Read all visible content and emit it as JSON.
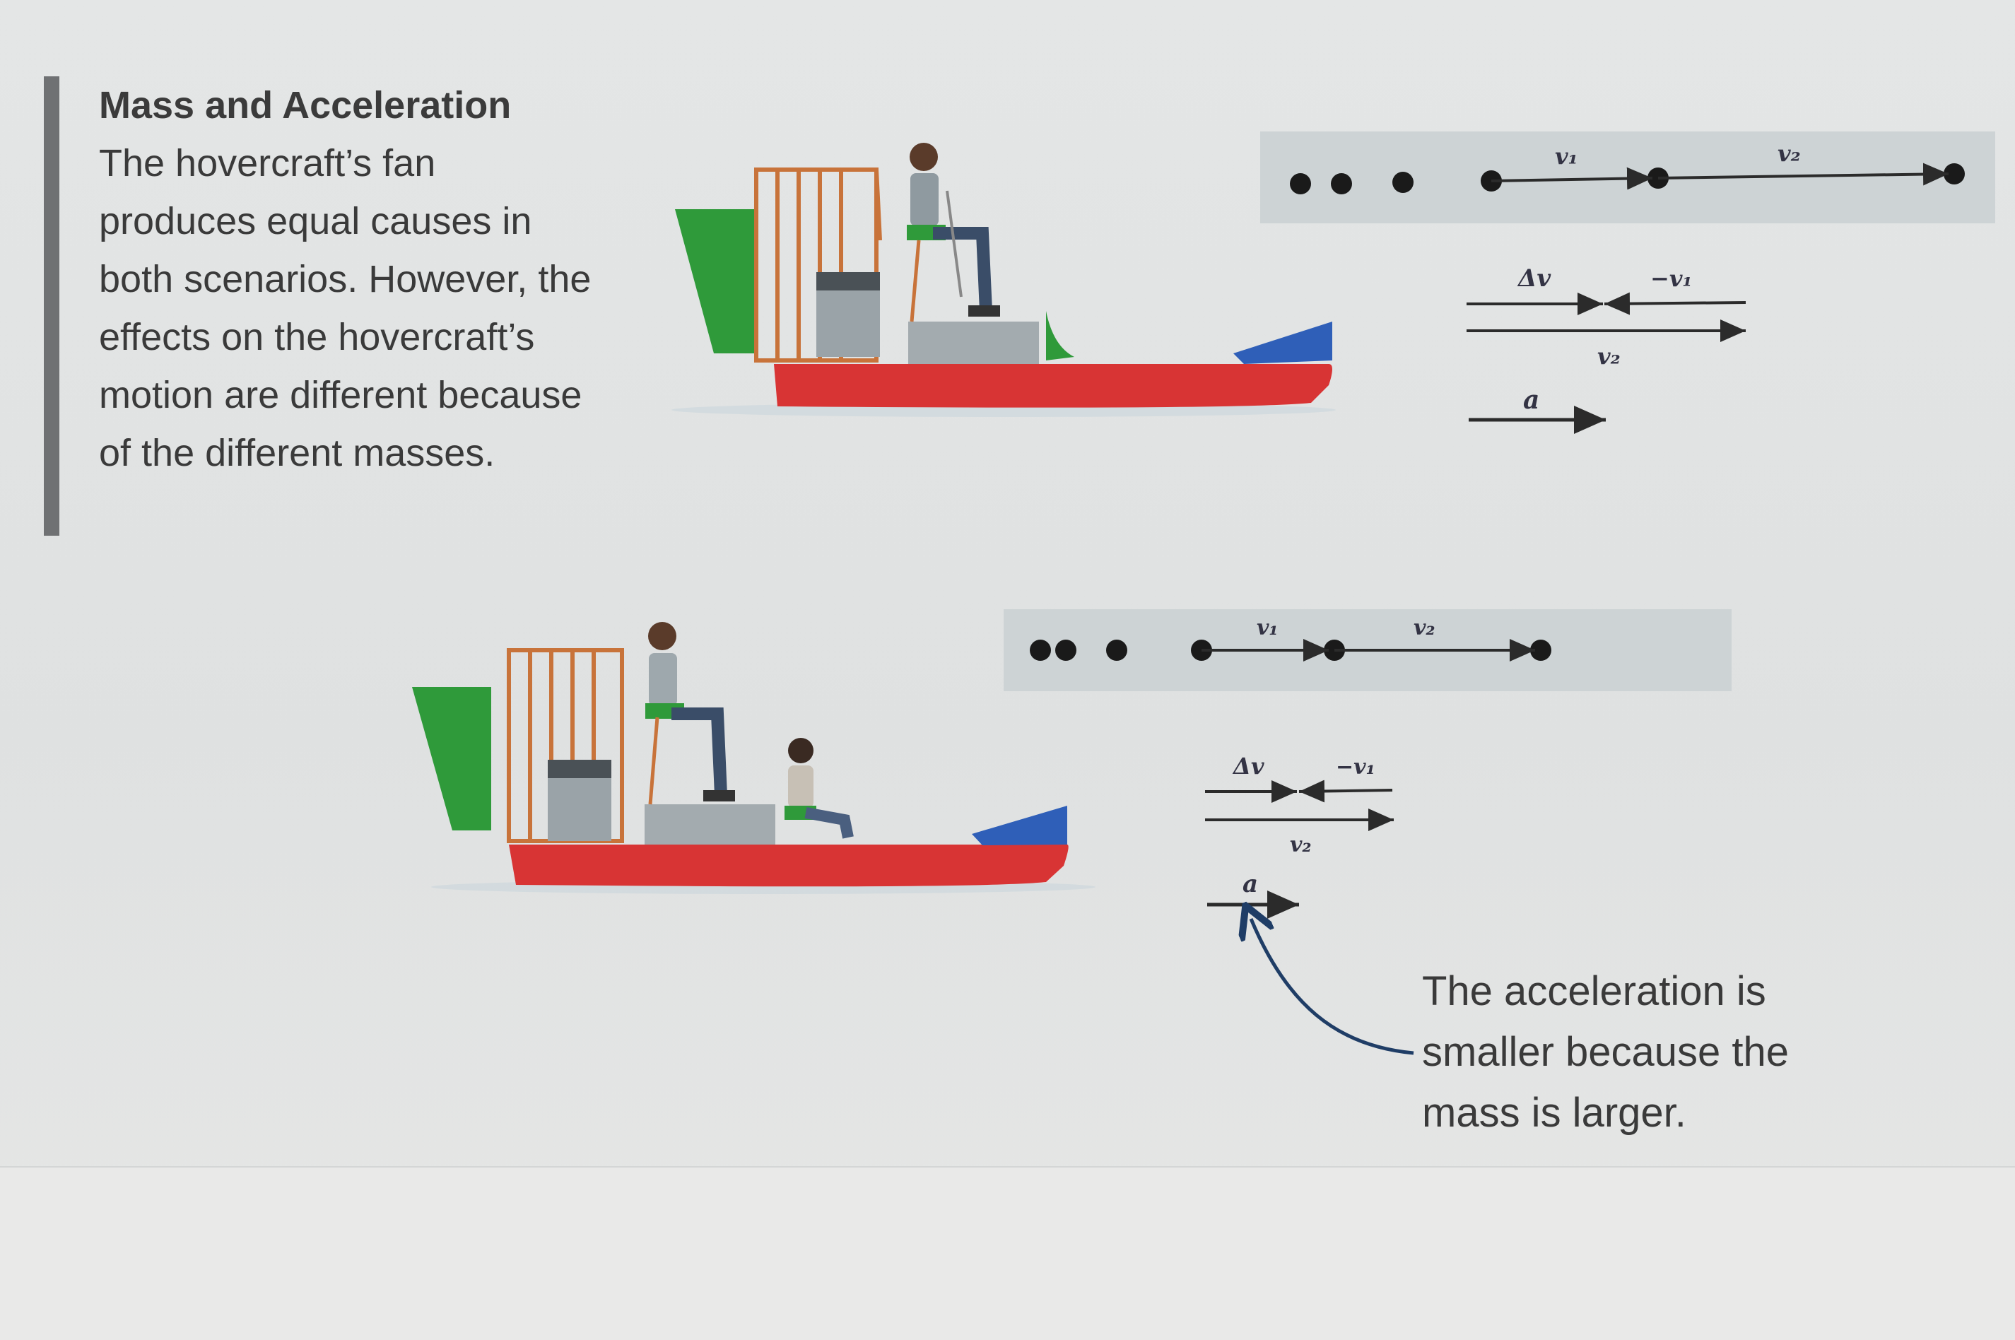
{
  "caption": {
    "title": "Mass and Acceleration",
    "body": "The hovercraft’s fan produces equal causes in both scenarios. However, the effects on the hovercraft’s motion are different because of the different masses."
  },
  "diagram_top": {
    "labels": {
      "v1": "v₁",
      "v2": "v₂",
      "dv": "Δv",
      "neg_v1": "−v₁",
      "v2_sum": "v₂",
      "a": "a"
    }
  },
  "diagram_bottom": {
    "labels": {
      "v1": "v₁",
      "v2": "v₂",
      "dv": "Δv",
      "neg_v1": "−v₁",
      "v2_sum": "v₂",
      "a": "a"
    }
  },
  "note": {
    "text": "The acceleration is smaller because the mass is larger."
  },
  "colors": {
    "hull_red": "#d83434",
    "hull_blue": "#2f5fb8",
    "rudder_green": "#2f9a3a",
    "cage_orange": "#c8733a",
    "arrow_blue": "#1f3d66"
  }
}
